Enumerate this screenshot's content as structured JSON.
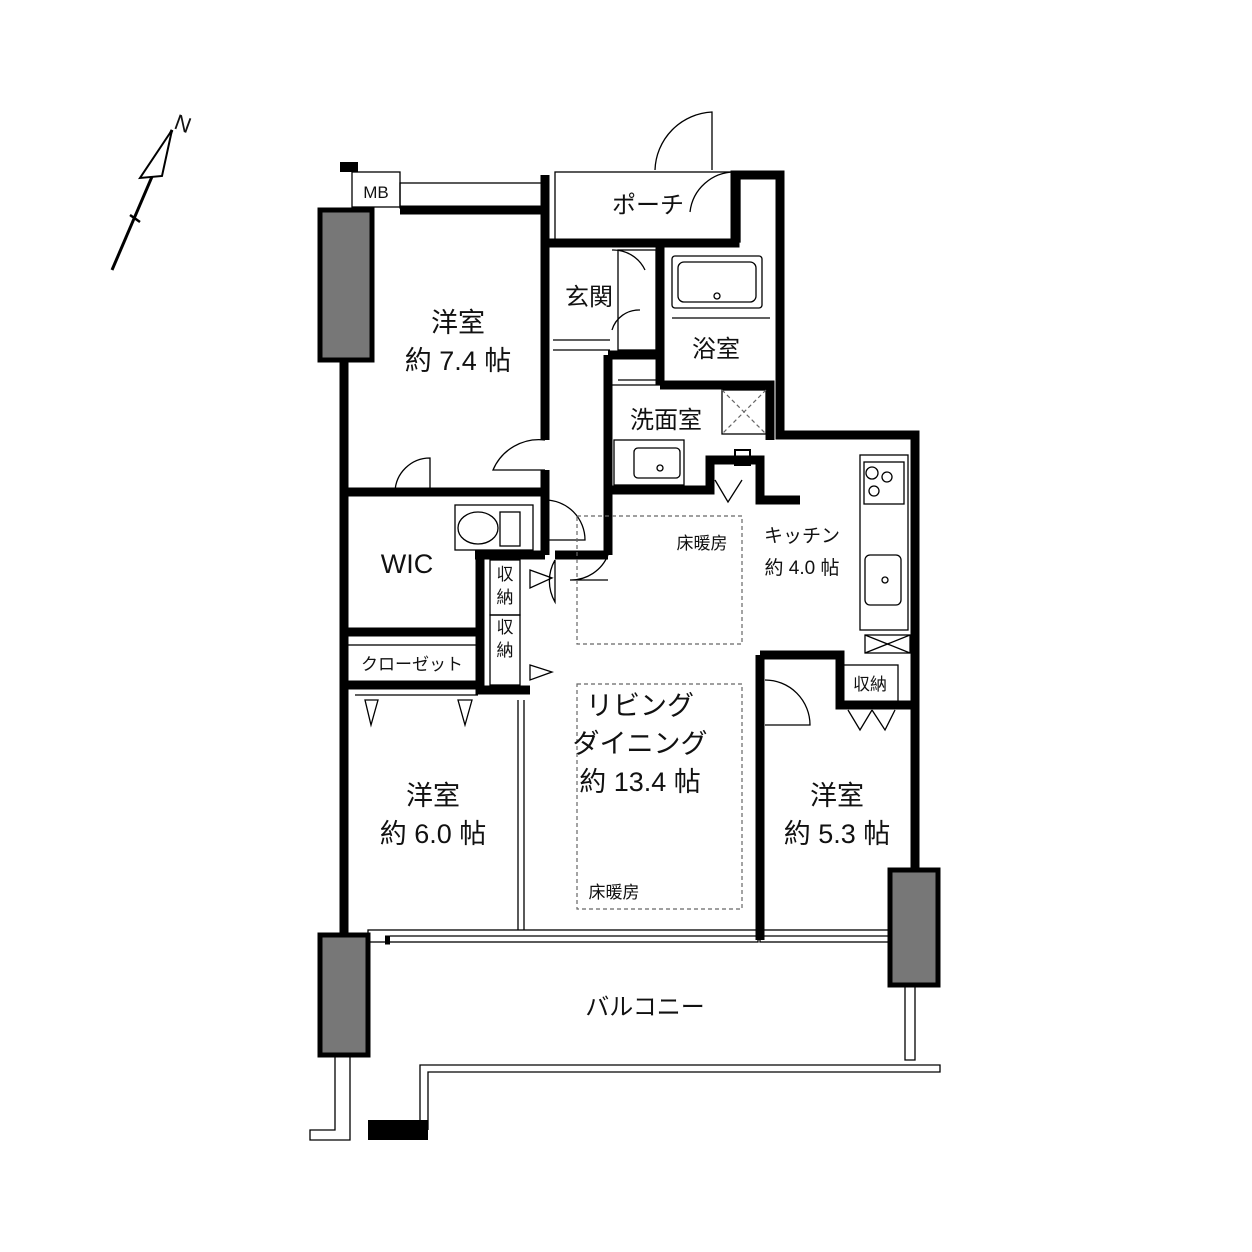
{
  "compass": {
    "label": "N"
  },
  "rooms": {
    "western1": {
      "name": "洋室",
      "area": "約 7.4 帖"
    },
    "western2": {
      "name": "洋室",
      "area": "約 6.0 帖"
    },
    "western3": {
      "name": "洋室",
      "area": "約 5.3 帖"
    },
    "living": {
      "name_line1": "リビング",
      "name_line2": "ダイニング",
      "area": "約 13.4 帖"
    },
    "kitchen": {
      "name": "キッチン",
      "area": "約 4.0 帖"
    },
    "entrance": {
      "name": "玄関"
    },
    "bath": {
      "name": "浴室"
    },
    "washroom": {
      "name": "洗面室"
    },
    "porch": {
      "name": "ポーチ"
    },
    "wic": {
      "name": "WIC"
    },
    "closet": {
      "name": "クローゼット"
    },
    "storage_a": {
      "line1": "収",
      "line2": "納"
    },
    "storage_b": {
      "line1": "収",
      "line2": "納"
    },
    "storage_c": {
      "name": "収納"
    },
    "balcony": {
      "name": "バルコニー"
    },
    "mb": {
      "name": "MB"
    }
  },
  "floor_heating": {
    "label_1": "床暖房",
    "label_2": "床暖房"
  },
  "colors": {
    "pillar": "#777777",
    "wall": "#000000",
    "background": "#ffffff"
  }
}
